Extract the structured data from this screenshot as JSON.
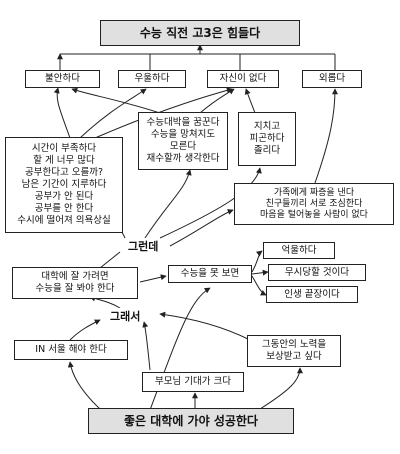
{
  "nodes": {
    "top_title": "수능 직전 고3은 힘들다",
    "anxious": "불안하다",
    "depressed": "우울하다",
    "no_confidence": "자신이 없다",
    "lonely": "외롭다",
    "time_stress": [
      "시간이 부족하다",
      "할 게 너무 많다",
      "공부한다고 오를까?",
      "남은 기간이 지루하다",
      "공부가 안 된다",
      "공부를 안 한다",
      "수시에 떨어져 의욕상실"
    ],
    "dream": [
      "수능대박을 꿈꾼다",
      "수능을 망쳐지도",
      "모른다",
      "재수할까 생각한다"
    ],
    "tired": [
      "지치고",
      "피곤하다",
      "졸리다"
    ],
    "family": [
      "가족에게 짜증을 낸다",
      "친구들끼리 서로 조심한다",
      "마음을 털어놓을 사람이 없다"
    ],
    "good_college": [
      "대학에 잘 가려면",
      "수능을 잘 봐야 한다"
    ],
    "bad_exam": "수능을 못 보면",
    "unfair": "억울하다",
    "ignored": "무시당할 것이다",
    "life_over": "인생 끝장이다",
    "seoul": "IN 서울 해야 한다",
    "reward": [
      "그동안의 노력을",
      "보상받고 싶다"
    ],
    "parents": "부모님 기대가 크다",
    "bottom_title": "좋은 대학에 가야 성공한다"
  },
  "connectors": {
    "but": "그런데",
    "so": "그래서"
  }
}
